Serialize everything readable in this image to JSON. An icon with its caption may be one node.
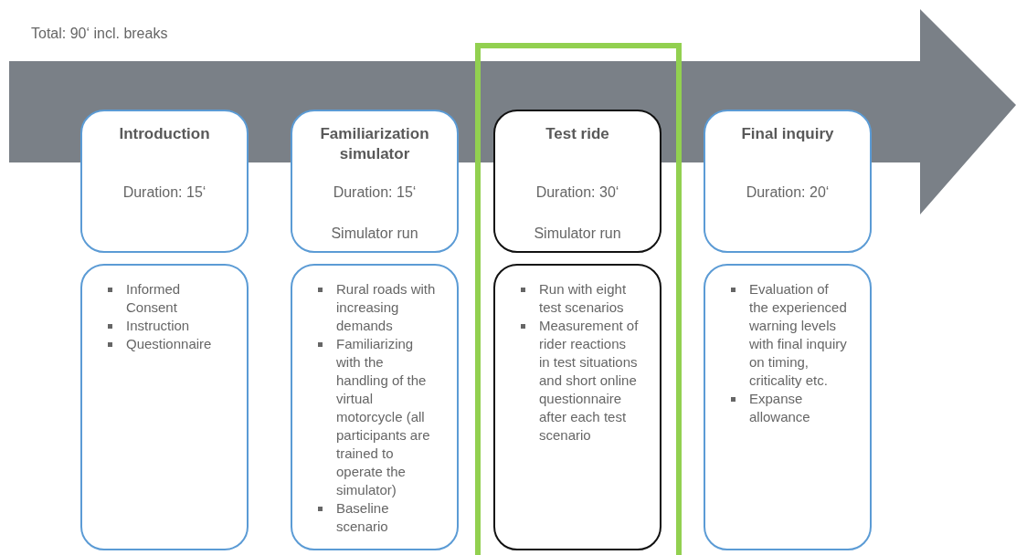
{
  "diagram": {
    "nodes": [
      {
        "text": [
          "Introduction",
          "Duration: 15‘"
        ]
      },
      {
        "text": [
          "Familiarization simulator",
          "Duration: 15‘",
          "Simulator run"
        ]
      },
      {
        "text": [
          "Test ride",
          "Duration: 30‘",
          "Simulator run"
        ]
      },
      {
        "text": [
          "Final inquiry",
          "Duration: 20‘"
        ]
      },
      {
        "text": [
          "Informed Consent",
          "Instruction",
          "Questionnaire"
        ]
      },
      {
        "text": [
          "Rural roads with increasing demands",
          "Familiarizing with the handling of the virtual motorcycle (all participants are trained to operate the simulator)",
          "Baseline scenario"
        ]
      },
      {
        "text": [
          "Run with eight test scenarios",
          "Measurement of rider reactions in test situations and short online questionnaire after each test scenario"
        ]
      },
      {
        "text": [
          "Evaluation of the experienced warning levels with final inquiry on timing, criticality etc.",
          "Expanse allowance"
        ]
      }
    ],
    "labels": [
      "Total: 90‘ incl. breaks"
    ]
  }
}
